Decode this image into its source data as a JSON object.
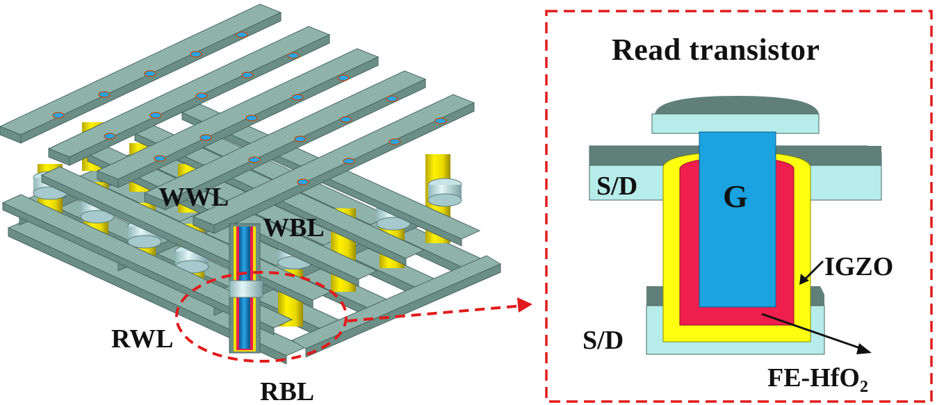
{
  "array_labels": {
    "wwl": "WWL",
    "wbl": "WBL",
    "rwl": "RWL",
    "rbl": "RBL"
  },
  "detail": {
    "title": "Read transistor",
    "gate": "G",
    "sd_top": "S/D",
    "sd_bottom": "S/D",
    "igzo": "IGZO",
    "fe_hfo2_main": "FE-HfO",
    "fe_hfo2_sub": "2"
  },
  "colors": {
    "line_top": "#8fb3aa",
    "line_side": "#6b8e86",
    "pillar": "#f0e000",
    "collar": "#c8e4e6",
    "core": "#1e8fd0",
    "gate": "#1aa3e0",
    "ferro": "#ee1e4d",
    "igzo": "#ffff10",
    "contact": "#b6ecea",
    "contact_dark": "#5f7f78",
    "dash": "#e11b1b"
  }
}
